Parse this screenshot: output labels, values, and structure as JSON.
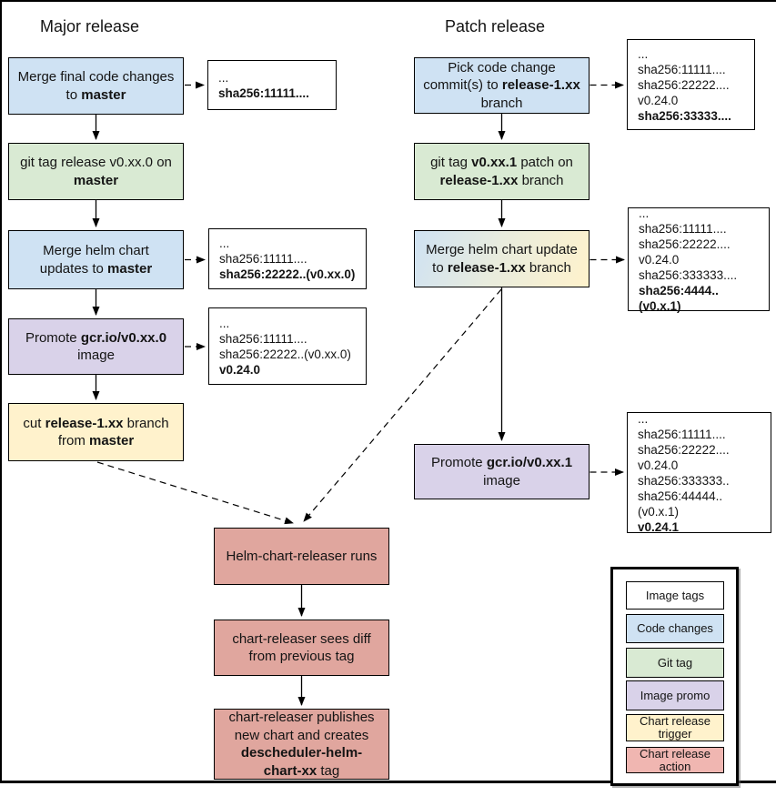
{
  "titles": {
    "major": "Major release",
    "patch": "Patch release"
  },
  "colors": {
    "image_tags": "#ffffff",
    "code_changes": "#cfe2f3",
    "git_tag": "#d9ead3",
    "image_promo": "#d9d2e9",
    "chart_release_trigger": "#fff2cc",
    "chart_release_action": "#e0a69e",
    "legend_action": "#f0b6b1",
    "gradient_from": "#cfe2f3",
    "gradient_to": "#fff2cc",
    "border": "#000000"
  },
  "nodes": {
    "m1": {
      "parts": [
        {
          "text": "Merge final code changes to "
        },
        {
          "text": "master",
          "bold": true
        }
      ]
    },
    "m2": {
      "parts": [
        {
          "text": "git tag release v0.xx.0 on "
        },
        {
          "text": "master",
          "bold": true
        }
      ]
    },
    "m3": {
      "parts": [
        {
          "text": "Merge helm chart updates to "
        },
        {
          "text": "master",
          "bold": true
        }
      ]
    },
    "m4": {
      "parts": [
        {
          "text": "Promote "
        },
        {
          "text": "gcr.io/v0.xx.0",
          "bold": true
        },
        {
          "text": " image"
        }
      ]
    },
    "m5": {
      "parts": [
        {
          "text": "cut "
        },
        {
          "text": "release-1.xx",
          "bold": true
        },
        {
          "text": " branch from "
        },
        {
          "text": "master",
          "bold": true
        }
      ]
    },
    "p1": {
      "parts": [
        {
          "text": "Pick code change commit(s) to "
        },
        {
          "text": "release-1.xx",
          "bold": true
        },
        {
          "text": " branch"
        }
      ]
    },
    "p2": {
      "parts": [
        {
          "text": "git tag "
        },
        {
          "text": "v0.xx.1",
          "bold": true
        },
        {
          "text": " patch on "
        },
        {
          "text": "release-1.xx",
          "bold": true
        },
        {
          "text": " branch"
        }
      ]
    },
    "p3": {
      "parts": [
        {
          "text": "Merge helm chart update to "
        },
        {
          "text": "release-1.xx",
          "bold": true
        },
        {
          "text": " branch"
        }
      ]
    },
    "p4": {
      "parts": [
        {
          "text": "Promote "
        },
        {
          "text": "gcr.io/v0.xx.1",
          "bold": true
        },
        {
          "text": " image"
        }
      ]
    },
    "c1": {
      "parts": [
        {
          "text": "Helm-chart-releaser runs"
        }
      ]
    },
    "c2": {
      "parts": [
        {
          "text": "chart-releaser sees diff from previous tag"
        }
      ]
    },
    "c3": {
      "parts": [
        {
          "text": "chart-releaser publishes new chart and creates "
        },
        {
          "text": "descheduler-helm-chart-xx",
          "bold": true
        },
        {
          "text": " tag"
        }
      ]
    }
  },
  "annotations": {
    "am1": {
      "lines": [
        {
          "text": "..."
        },
        {
          "text": "sha256:11111....",
          "bold": true
        }
      ]
    },
    "am3": {
      "lines": [
        {
          "text": "..."
        },
        {
          "text": "sha256:11111...."
        },
        {
          "text": "sha256:22222..(v0.xx.0)",
          "bold": true
        }
      ]
    },
    "am4": {
      "lines": [
        {
          "text": "..."
        },
        {
          "text": "sha256:11111...."
        },
        {
          "text": "sha256:22222..(v0.xx.0)"
        },
        {
          "text": "v0.24.0",
          "bold": true
        }
      ]
    },
    "ap1": {
      "lines": [
        {
          "text": "..."
        },
        {
          "text": "sha256:11111...."
        },
        {
          "text": "sha256:22222...."
        },
        {
          "text": "v0.24.0"
        },
        {
          "text": "sha256:33333....",
          "bold": true
        }
      ]
    },
    "ap3": {
      "lines": [
        {
          "text": "..."
        },
        {
          "text": "sha256:11111...."
        },
        {
          "text": "sha256:22222...."
        },
        {
          "text": "v0.24.0"
        },
        {
          "text": "sha256:333333...."
        },
        {
          "text": "sha256:4444..(v0.x.1)",
          "bold": true
        }
      ]
    },
    "ap4": {
      "lines": [
        {
          "text": "..."
        },
        {
          "text": "sha256:11111...."
        },
        {
          "text": "sha256:22222...."
        },
        {
          "text": "v0.24.0"
        },
        {
          "text": "sha256:333333.."
        },
        {
          "text": "sha256:44444..(v0.x.1)"
        },
        {
          "text": "v0.24.1",
          "bold": true
        }
      ]
    }
  },
  "legend": {
    "items": [
      {
        "label": "Image tags"
      },
      {
        "label": "Code changes"
      },
      {
        "label": "Git tag"
      },
      {
        "label": "Image promo"
      },
      {
        "label": "Chart release trigger"
      },
      {
        "label": "Chart release action"
      }
    ]
  }
}
